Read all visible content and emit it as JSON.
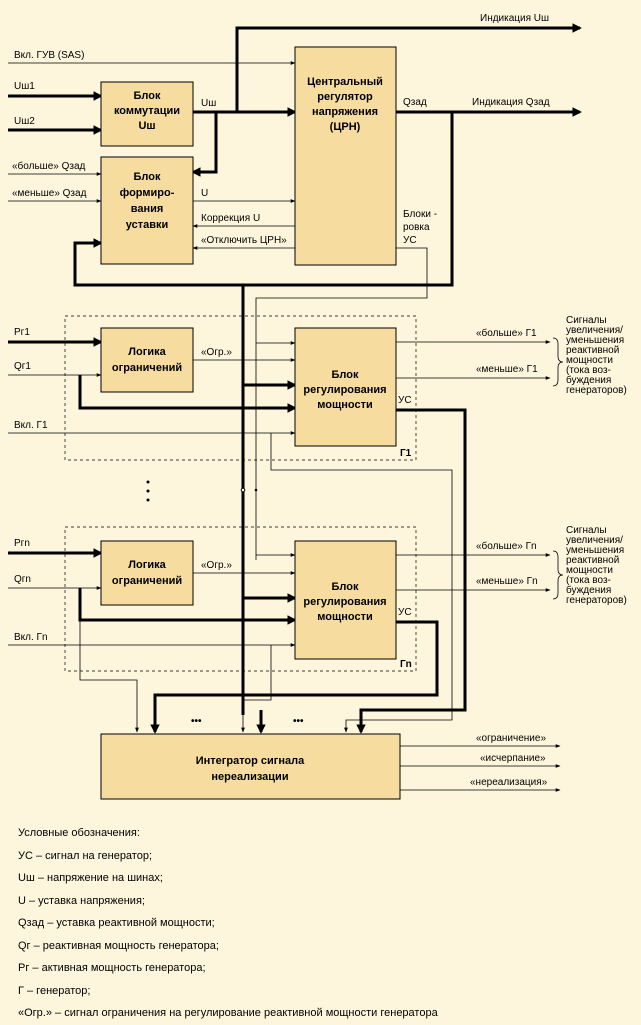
{
  "blocks": {
    "kommut": [
      "Блок",
      "коммутации",
      "Uш"
    ],
    "form": [
      "Блок",
      "формиро-",
      "вания",
      "уставки"
    ],
    "crn": [
      "Центральный",
      "регулятор",
      "напряжения",
      "(ЦРН)"
    ],
    "logic": [
      "Логика",
      "ограничений"
    ],
    "regul": [
      "Блок",
      "регулирования",
      "мощности"
    ],
    "integr": [
      "Интегратор сигнала",
      "нереализации"
    ]
  },
  "labels": {
    "ind_u": "Индикация Uш",
    "ind_q": "Индикация Qзад",
    "vkl_guv": "Вкл. ГУВ (SAS)",
    "u_sh1": "Uш1",
    "u_sh2": "Uш2",
    "u_sh_out": "Uш",
    "bolshe_q": "«больше» Qзад",
    "menshe_q": "«меньше» Qзад",
    "u": "U",
    "q_zad": "Qзад",
    "korr": "Коррекция U",
    "otkl": "«Отключить ЦРН»",
    "blok1": "Блоки -",
    "blok2": "ровка",
    "blok3": "УС",
    "pg1": "Pг1",
    "qg1": "Qг1",
    "ogr1": "«Огр.»",
    "bolshe_g1": "«больше» Г1",
    "menshe_g1": "«меньше» Г1",
    "us1": "УС",
    "g1": "Г1",
    "vkl_g1": "Вкл. Г1",
    "pgn": "Pгn",
    "qgn": "Qгn",
    "ogrn": "«Огр.»",
    "bolshe_gn": "«больше» Гn",
    "menshe_gn": "«меньше» Гn",
    "usn": "УС",
    "gn": "Гn",
    "vkl_gn": "Вкл. Гn",
    "out_ogr": "«ограничение»",
    "out_isch": "«исчерпание»",
    "out_nereal": "«нереализация»",
    "ellipsis": "•••"
  },
  "side_note": [
    "Сигналы",
    "увеличения/",
    "уменьшения",
    "реактивной",
    "мощности",
    "(тока воз-",
    "буждения",
    "генераторов)"
  ],
  "legend": {
    "title": "Условные обозначения:",
    "items": [
      "УС – сигнал на генератор;",
      "Uш – напряжение на шинах;",
      "U – уставка напряжения;",
      "Qзад – уставка реактивной мощности;",
      "Qг – реактивная мощность генератора;",
      "Pг – активная мощность генератора;",
      "Г – генератор;",
      "«Огр.» – сигнал ограничения на регулирование реактивной мощности генератора"
    ]
  }
}
